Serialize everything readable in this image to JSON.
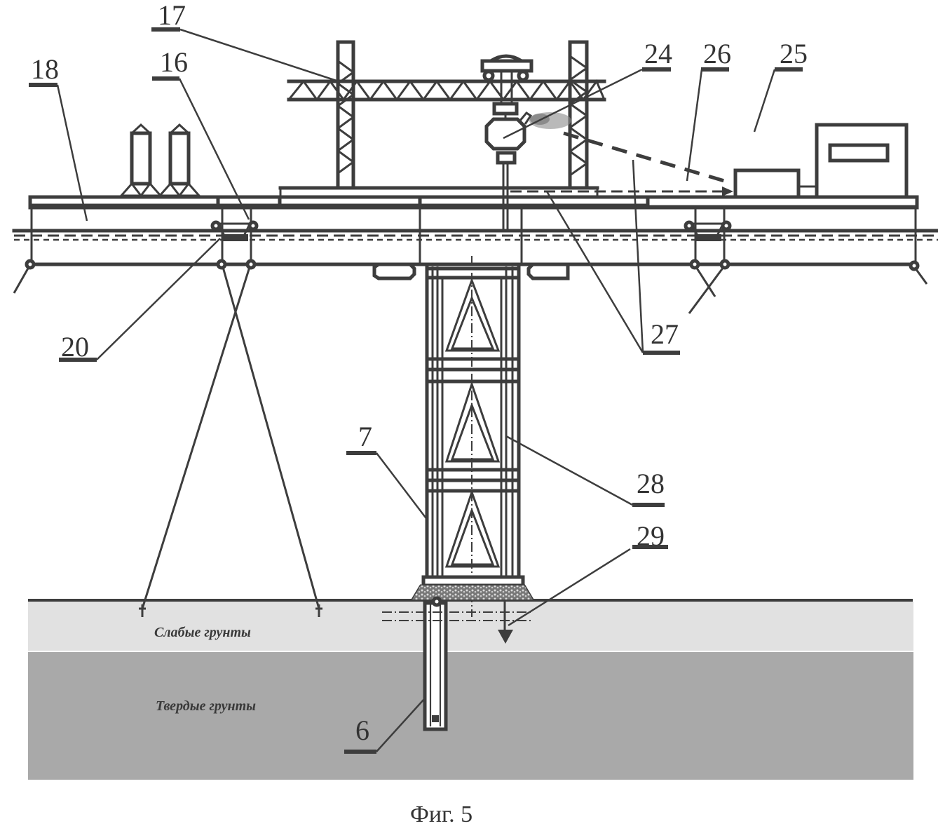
{
  "figure": {
    "caption": "Фиг. 5",
    "colors": {
      "line": "#3d3d3d",
      "weak_soil": "#e1e1e1",
      "hard_soil": "#a9a9a9",
      "background": "#ffffff"
    },
    "soil_layers": [
      {
        "name": "weak",
        "label": "Слабые грунты"
      },
      {
        "name": "hard",
        "label": "Твердые грунты"
      }
    ],
    "callouts": [
      {
        "id": "17",
        "label": "17"
      },
      {
        "id": "18",
        "label": "18"
      },
      {
        "id": "16",
        "label": "16"
      },
      {
        "id": "24",
        "label": "24"
      },
      {
        "id": "26",
        "label": "26"
      },
      {
        "id": "25",
        "label": "25"
      },
      {
        "id": "20",
        "label": "20"
      },
      {
        "id": "27",
        "label": "27"
      },
      {
        "id": "7",
        "label": "7"
      },
      {
        "id": "28",
        "label": "28"
      },
      {
        "id": "29",
        "label": "29"
      },
      {
        "id": "6",
        "label": "6"
      }
    ]
  }
}
